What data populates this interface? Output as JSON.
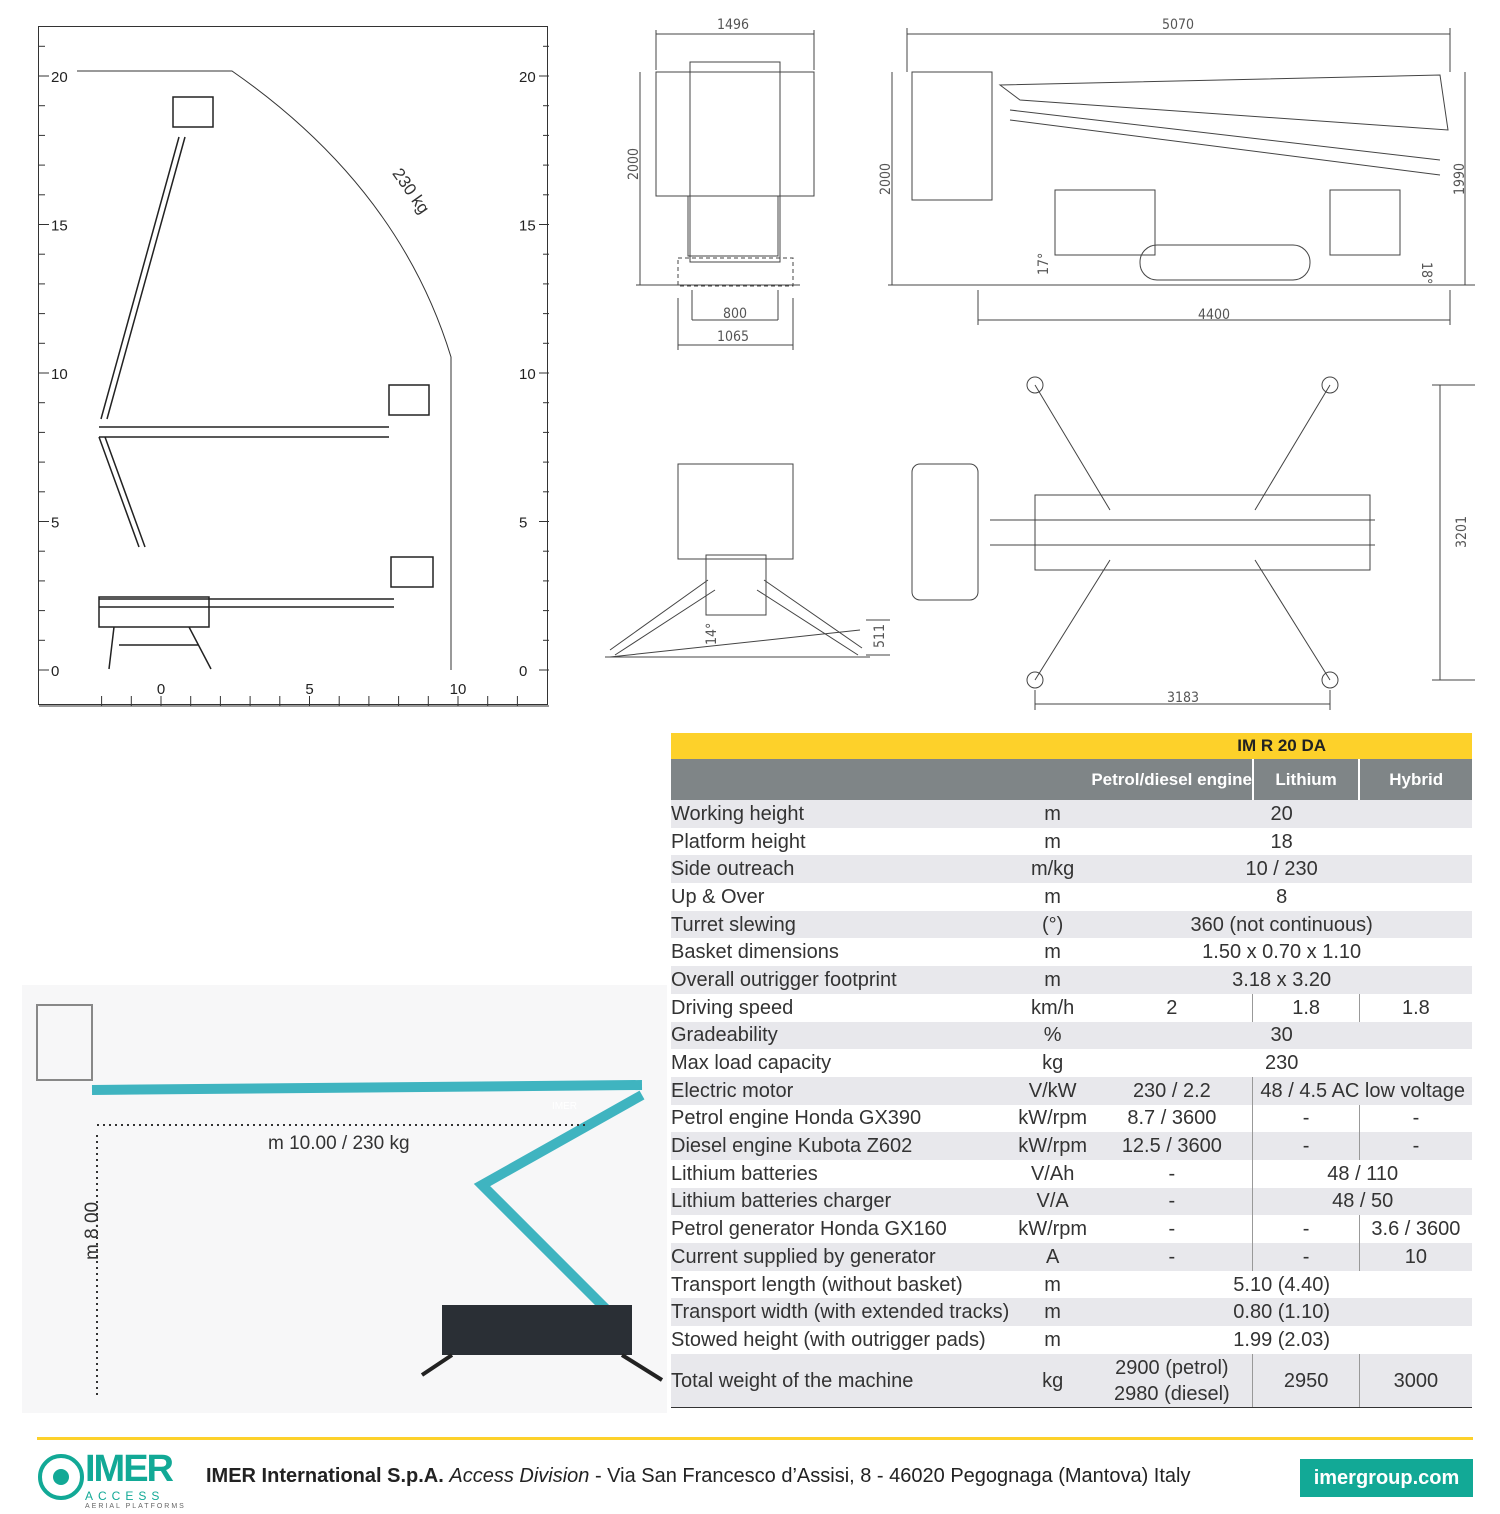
{
  "range_chart": {
    "y_ticks": [
      "0",
      "5",
      "10",
      "15",
      "20"
    ],
    "x_ticks": [
      "0",
      "5",
      "10"
    ],
    "load_label": "230 kg"
  },
  "drawings": {
    "front_width": "1496",
    "front_height": "2000",
    "track_inner": "800",
    "track_outer": "1065",
    "side_length": "5070",
    "side_height": "2000",
    "side_stowed": "1990",
    "side_wheelbase": "4400",
    "angle_front": "17°",
    "angle_rear": "18°",
    "outrigger_angle": "14°",
    "outrigger_lift": "511",
    "footprint_width": "3183",
    "footprint_length": "3201"
  },
  "photo": {
    "outreach_label": "m 10.00 / 230 kg",
    "height_label": "m 8.00",
    "brand_on_boom": "IMER"
  },
  "spec_table": {
    "model": "IM R 20 DA",
    "columns": [
      "Petrol/diesel engine",
      "Lithium",
      "Hybrid"
    ],
    "rows": [
      {
        "label": "Working height",
        "unit": "m",
        "cells": [
          {
            "v": "20",
            "span": 3
          }
        ]
      },
      {
        "label": "Platform height",
        "unit": "m",
        "cells": [
          {
            "v": "18",
            "span": 3
          }
        ]
      },
      {
        "label": "Side outreach",
        "unit": "m/kg",
        "cells": [
          {
            "v": "10 / 230",
            "span": 3
          }
        ]
      },
      {
        "label": "Up & Over",
        "unit": "m",
        "cells": [
          {
            "v": "8",
            "span": 3
          }
        ]
      },
      {
        "label": "Turret slewing",
        "unit": "(°)",
        "cells": [
          {
            "v": "360 (not continuous)",
            "span": 3
          }
        ]
      },
      {
        "label": "Basket dimensions",
        "unit": "m",
        "cells": [
          {
            "v": "1.50 x 0.70 x 1.10",
            "span": 3
          }
        ]
      },
      {
        "label": "Overall outrigger footprint",
        "unit": "m",
        "cells": [
          {
            "v": "3.18 x 3.20",
            "span": 3
          }
        ]
      },
      {
        "label": "Driving speed",
        "unit": "km/h",
        "cells": [
          {
            "v": "2",
            "span": 1
          },
          {
            "v": "1.8",
            "span": 1
          },
          {
            "v": "1.8",
            "span": 1
          }
        ]
      },
      {
        "label": "Gradeability",
        "unit": "%",
        "cells": [
          {
            "v": "30",
            "span": 3
          }
        ]
      },
      {
        "label": "Max load capacity",
        "unit": "kg",
        "cells": [
          {
            "v": "230",
            "span": 3
          }
        ]
      },
      {
        "label": "Electric motor",
        "unit": "V/kW",
        "cells": [
          {
            "v": "230 / 2.2",
            "span": 1
          },
          {
            "v": "48 / 4.5 AC low voltage",
            "span": 2
          }
        ]
      },
      {
        "label": "Petrol engine Honda GX390",
        "unit": "kW/rpm",
        "cells": [
          {
            "v": "8.7 / 3600",
            "span": 1
          },
          {
            "v": "-",
            "span": 1
          },
          {
            "v": "-",
            "span": 1
          }
        ]
      },
      {
        "label": "Diesel engine Kubota Z602",
        "unit": "kW/rpm",
        "cells": [
          {
            "v": "12.5 / 3600",
            "span": 1
          },
          {
            "v": "-",
            "span": 1
          },
          {
            "v": "-",
            "span": 1
          }
        ]
      },
      {
        "label": "Lithium batteries",
        "unit": "V/Ah",
        "cells": [
          {
            "v": "-",
            "span": 1
          },
          {
            "v": "48 / 110",
            "span": 2
          }
        ]
      },
      {
        "label": "Lithium batteries charger",
        "unit": "V/A",
        "cells": [
          {
            "v": "-",
            "span": 1
          },
          {
            "v": "48 / 50",
            "span": 2
          }
        ]
      },
      {
        "label": "Petrol generator Honda GX160",
        "unit": "kW/rpm",
        "cells": [
          {
            "v": "-",
            "span": 1
          },
          {
            "v": "-",
            "span": 1
          },
          {
            "v": "3.6 / 3600",
            "span": 1
          }
        ]
      },
      {
        "label": "Current supplied by generator",
        "unit": "A",
        "cells": [
          {
            "v": "-",
            "span": 1
          },
          {
            "v": "-",
            "span": 1
          },
          {
            "v": "10",
            "span": 1
          }
        ]
      },
      {
        "label": "Transport length (without basket)",
        "unit": "m",
        "cells": [
          {
            "v": "5.10 (4.40)",
            "span": 3
          }
        ]
      },
      {
        "label": "Transport width (with extended tracks)",
        "unit": "m",
        "cells": [
          {
            "v": "0.80 (1.10)",
            "span": 3
          }
        ]
      },
      {
        "label": "Stowed height (with outrigger pads)",
        "unit": "m",
        "cells": [
          {
            "v": "1.99 (2.03)",
            "span": 3
          }
        ]
      }
    ],
    "total": {
      "label": "Total weight of the machine",
      "unit": "kg",
      "petrol": "2900 (petrol)",
      "diesel": "2980 (diesel)",
      "lithium": "2950",
      "hybrid": "3000"
    }
  },
  "footer": {
    "company": "IMER International S.p.A.",
    "division": "Access Division",
    "address": " - Via San Francesco d’Assisi, 8 - 46020 Pegognaga (Mantova) Italy",
    "website": "imergroup.com",
    "logo_text": "IMER",
    "logo_sub": "ACCESS",
    "logo_sub2": "AERIAL PLATFORMS"
  },
  "colors": {
    "yellow": "#fdd12a",
    "gray": "#7f8587",
    "teal": "#12a996"
  }
}
